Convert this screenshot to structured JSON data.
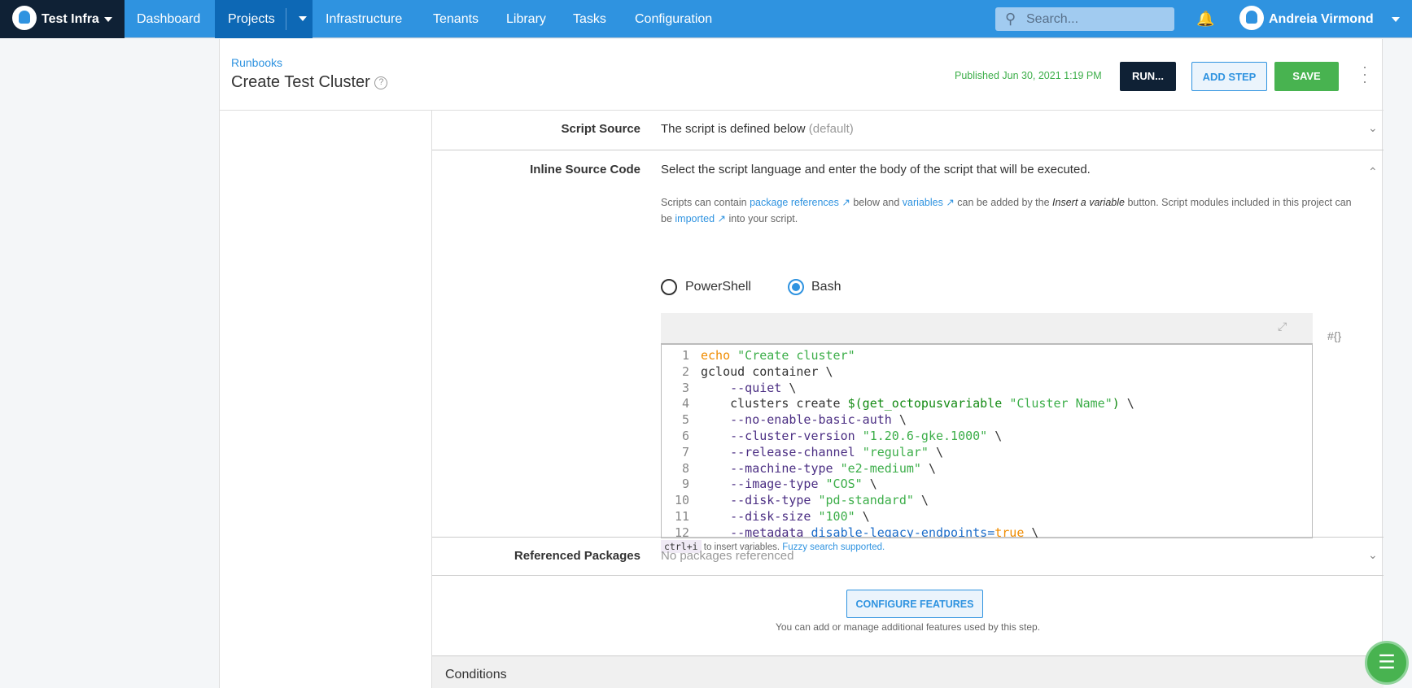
{
  "nav": {
    "space": "Test Infra",
    "items": [
      "Dashboard",
      "Projects",
      "Infrastructure",
      "Tenants",
      "Library",
      "Tasks",
      "Configuration"
    ],
    "search_placeholder": "Search...",
    "user": "Andreia Virmond"
  },
  "header": {
    "breadcrumb": "Runbooks",
    "title": "Create Test Cluster",
    "published": "Published Jun 30, 2021 1:19 PM",
    "run": "RUN...",
    "add_step": "ADD STEP",
    "save": "SAVE"
  },
  "script_source": {
    "label": "Script Source",
    "value": "The script is defined below",
    "default": "(default)"
  },
  "inline": {
    "label": "Inline Source Code",
    "desc": "Select the script language and enter the body of the script that will be executed.",
    "help": {
      "t1": "Scripts can contain ",
      "l1": "package references",
      "t2": " below and ",
      "l2": "variables",
      "t3": " can be added by the ",
      "em": "Insert a variable",
      "t4": " button. Script modules included in this project can be ",
      "l3": "imported",
      "t5": " into your script."
    },
    "languages": [
      "PowerShell",
      "Bash"
    ],
    "selected_language": "Bash",
    "insert_var": "#{}",
    "hint_key": "ctrl+i",
    "hint_text": "to insert variables.",
    "hint_link": "Fuzzy search supported."
  },
  "code": [
    [
      [
        "k",
        "echo"
      ],
      [
        "s",
        " \"Create cluster\""
      ]
    ],
    [
      [
        "",
        "gcloud container \\"
      ]
    ],
    [
      [
        "o",
        "    --quiet"
      ],
      [
        "",
        " \\"
      ]
    ],
    [
      [
        "",
        "    clusters create "
      ],
      [
        "f",
        "$(get_octopusvariable "
      ],
      [
        "s",
        "\"Cluster Name\""
      ],
      [
        "f",
        ")"
      ],
      [
        "",
        " \\"
      ]
    ],
    [
      [
        "o",
        "    --no-enable-basic-auth"
      ],
      [
        "",
        " \\"
      ]
    ],
    [
      [
        "o",
        "    --cluster-version "
      ],
      [
        "s",
        "\"1.20.6-gke.1000\""
      ],
      [
        "",
        " \\"
      ]
    ],
    [
      [
        "o",
        "    --release-channel "
      ],
      [
        "s",
        "\"regular\""
      ],
      [
        "",
        " \\"
      ]
    ],
    [
      [
        "o",
        "    --machine-type "
      ],
      [
        "s",
        "\"e2-medium\""
      ],
      [
        "",
        " \\"
      ]
    ],
    [
      [
        "o",
        "    --image-type "
      ],
      [
        "s",
        "\"COS\""
      ],
      [
        "",
        " \\"
      ]
    ],
    [
      [
        "o",
        "    --disk-type "
      ],
      [
        "s",
        "\"pd-standard\""
      ],
      [
        "",
        " \\"
      ]
    ],
    [
      [
        "o",
        "    --disk-size "
      ],
      [
        "s",
        "\"100\""
      ],
      [
        "",
        " \\"
      ]
    ],
    [
      [
        "o",
        "    --metadata "
      ],
      [
        "v",
        "disable-legacy-endpoints="
      ],
      [
        "k",
        "true"
      ],
      [
        "",
        " \\"
      ]
    ]
  ],
  "packages": {
    "label": "Referenced Packages",
    "value": "No packages referenced"
  },
  "features": {
    "button": "CONFIGURE FEATURES",
    "note": "You can add or manage additional features used by this step."
  },
  "conditions": {
    "label": "Conditions"
  }
}
